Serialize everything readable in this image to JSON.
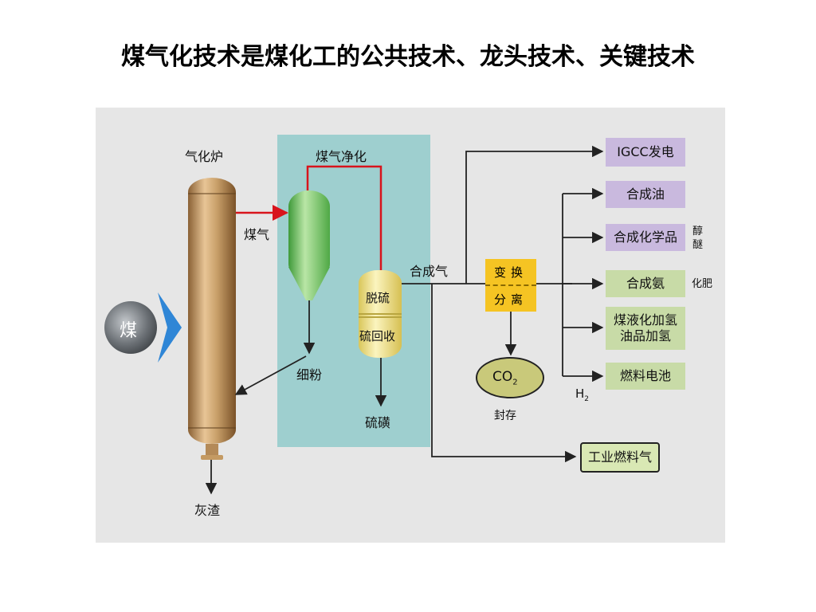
{
  "title": "煤气化技术是煤化工的公共技术、龙头技术、关键技术",
  "diagram": {
    "gasifier_label": "气化炉",
    "coal_label": "煤",
    "syngas_raw_label": "煤气",
    "purification_label": "煤气净化",
    "fine_powder_label": "细粉",
    "ash_label": "灰渣",
    "desulfur_label": "脱硫",
    "sulfur_recovery_label": "硫回收",
    "sulfur_label": "硫磺",
    "syngas_label": "合成气",
    "shift_label": "变换",
    "separation_label": "分离",
    "co2_label": "CO",
    "co2_sub": "2",
    "storage_label": "封存",
    "h2_label": "H",
    "h2_sub": "2",
    "industrial_fuel_gas": "工业燃料气",
    "products": {
      "igcc": "IGCC发电",
      "synthetic_oil": "合成油",
      "synthetic_chemicals": "合成化学品",
      "synthetic_ammonia": "合成氨",
      "coal_liquefaction_line1": "煤液化加氢",
      "coal_liquefaction_line2": "油品加氢",
      "fuel_cell": "燃料电池"
    },
    "side_notes": {
      "alcohol": "醇",
      "ether": "醚",
      "fertilizer": "化肥"
    }
  },
  "colors": {
    "panel_bg": "#e6e6e6",
    "purification_bg": "#9ecfcf",
    "gasifier": "#c49a63",
    "scrubber": "#6fbf63",
    "desulfurizer": "#f0e68a",
    "shift": "#f5c423",
    "co2_ellipse": "#c9c97a",
    "red_line": "#d8141c",
    "purple_box": "#c9b9de",
    "green_box": "#c8dba7",
    "coal_arrow": "#2f86d6"
  }
}
